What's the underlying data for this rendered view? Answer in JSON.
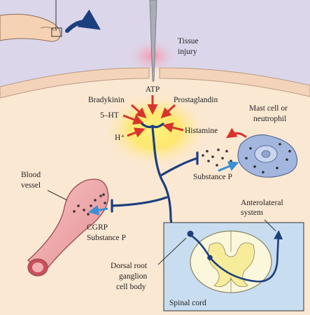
{
  "labels": {
    "tissue_injury": [
      "Tissue",
      "injury"
    ],
    "atp": "ATP",
    "bradykinin": "Bradykinin",
    "prostaglandin": "Prostaglandin",
    "five_ht": "5–HT",
    "h_plus": "H⁺",
    "histamine": "Histamine",
    "mast_cell": [
      "Mast cell or",
      "neutrophil"
    ],
    "substance_p_right": "Substance P",
    "blood_vessel": [
      "Blood",
      "vessel"
    ],
    "cgrp": [
      "CGRP",
      "Substance P"
    ],
    "anterolateral": [
      "Anterolateral",
      "system"
    ],
    "dorsal_root": [
      "Dorsal root",
      "ganglion",
      "cell body"
    ],
    "spinal_cord": "Spinal cord"
  },
  "colors": {
    "background": "#fbe8d3",
    "outside": "#dcd6ea",
    "skin_band": "#f6dcc4",
    "glow": "#fff066",
    "nerve": "#1c3f7e",
    "red_arrow": "#d8342b",
    "vessel": "#f0a8aa",
    "mast_cell": "#a3b7de",
    "blue_arrow": "#3b8fd4",
    "spinal_grey": "#f7ec9a",
    "spinal_white": "#fbf7dc",
    "inset_bg": "#c9ddf0"
  },
  "icons": {
    "finger": "finger-icon",
    "curved_arrow": "curved-arrow-icon",
    "needle": "needle-icon"
  }
}
